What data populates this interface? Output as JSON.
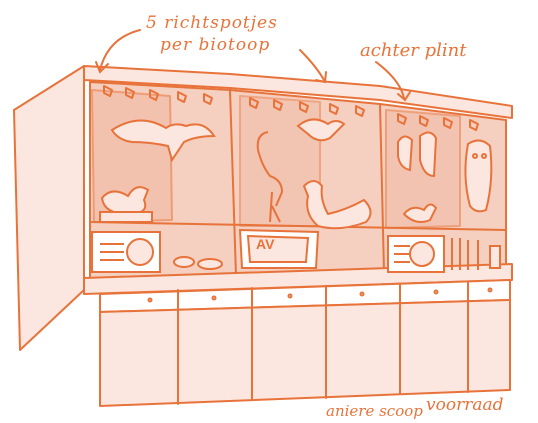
{
  "annotations": {
    "top_label_line1": "5 richtspotjes",
    "top_label_line2": "per biotoop",
    "achter_label": "achter plint",
    "tv_label": "AV",
    "bottom_label_1": "aniere scoop",
    "bottom_label_2": "voorraad"
  },
  "colors": {
    "ink": "#e8733a",
    "fill_light": "#f5cfc0",
    "fill_pale": "#fbe7e0",
    "fill_mid": "#f0b8a2"
  },
  "icons": [
    "eagle",
    "flamingo",
    "swan",
    "duck",
    "parrot",
    "owl",
    "loudspeaker",
    "television"
  ]
}
